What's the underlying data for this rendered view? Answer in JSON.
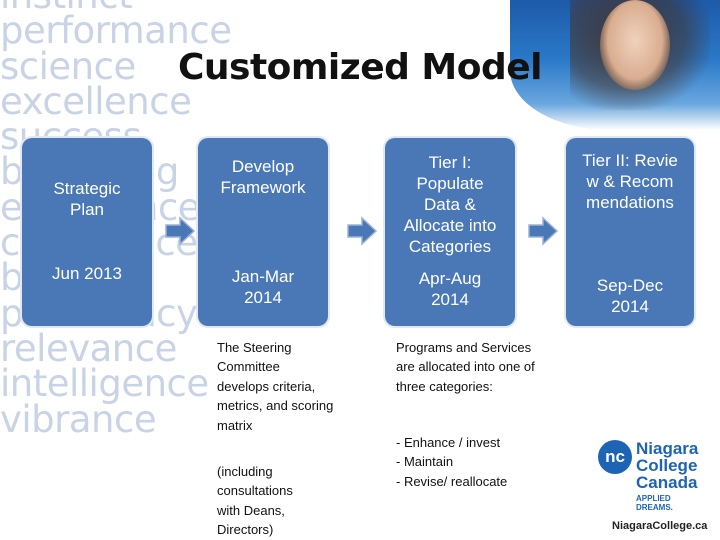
{
  "background_words": [
    "instinct",
    "performance",
    "science",
    "excellence",
    "success",
    "belonging",
    "experience",
    "confidence",
    "balance",
    "proficiency",
    "relevance",
    "intelligence",
    "vibrance"
  ],
  "title": "Customized Model",
  "stages": [
    {
      "heading": "Strategic Plan",
      "date": "Jun 2013"
    },
    {
      "heading": "Develop Framework",
      "date": "Jan-Mar 2014"
    },
    {
      "heading": "Tier I: Populate Data & Allocate into Categories",
      "date": "Apr-Aug 2014"
    },
    {
      "heading": "Tier II: Review & Recommendations",
      "date": "Sep-Dec 2014"
    }
  ],
  "notes": {
    "framework_main": "The Steering Committee develops criteria, metrics, and scoring matrix",
    "framework_sub": "(including consultations with Deans, Directors)",
    "tier1_main": "Programs and Services are allocated into one of three categories:",
    "tier1_list": [
      "- Enhance / invest",
      "- Maintain",
      "- Revise/ reallocate"
    ]
  },
  "logo": {
    "mark": "nc",
    "name_lines": [
      "Niagara",
      "College",
      "Canada"
    ],
    "tagline": "APPLIED DREAMS.",
    "url": "NiagaraCollege.ca"
  },
  "colors": {
    "card": "#4a78b6",
    "arrow": "#4a78b6",
    "logo": "#1e64b4",
    "bg_words": "#c9d3e6"
  }
}
